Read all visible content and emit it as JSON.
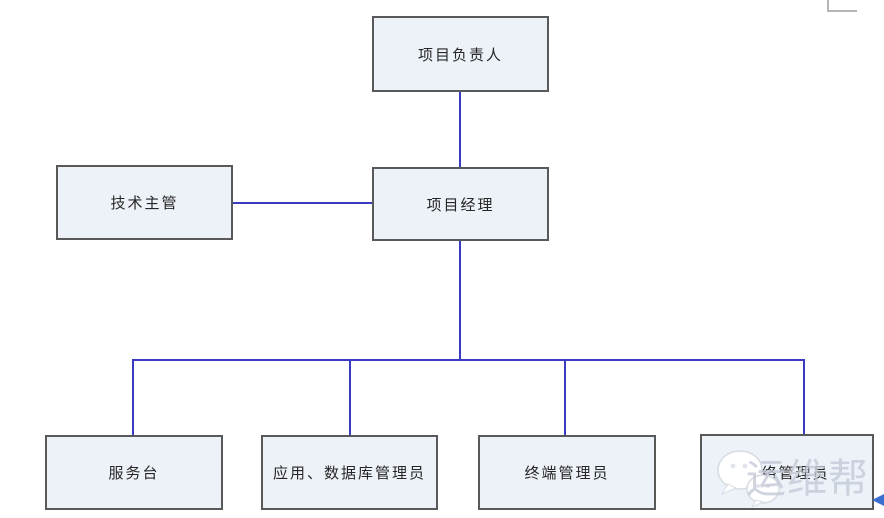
{
  "diagram": {
    "type": "org-chart",
    "nodes": {
      "project_leader": {
        "label": "项目负责人"
      },
      "tech_supervisor": {
        "label": "技术主管"
      },
      "project_manager": {
        "label": "项目经理"
      },
      "service_desk": {
        "label": "服务台"
      },
      "app_db_admin": {
        "label": "应用、数据库管理员"
      },
      "terminal_admin": {
        "label": "终端管理员"
      },
      "network_admin": {
        "label": "网络管理员"
      }
    },
    "edges": [
      {
        "from": "project_leader",
        "to": "project_manager"
      },
      {
        "from": "tech_supervisor",
        "to": "project_manager"
      },
      {
        "from": "project_manager",
        "to": "service_desk"
      },
      {
        "from": "project_manager",
        "to": "app_db_admin"
      },
      {
        "from": "project_manager",
        "to": "terminal_admin"
      },
      {
        "from": "project_manager",
        "to": "network_admin"
      }
    ],
    "colors": {
      "connector_blue": "#3b3bc2",
      "box_fill": "#edf1f8",
      "box_border": "#595959",
      "text": "#262626",
      "watermark_gray": "#c4cbd7",
      "artifact_gray": "#b5b5b5",
      "artifact_blue": "#3a6fd0"
    },
    "watermark": {
      "text": "运维帮",
      "icon": "wechat-bubbles-icon"
    }
  }
}
